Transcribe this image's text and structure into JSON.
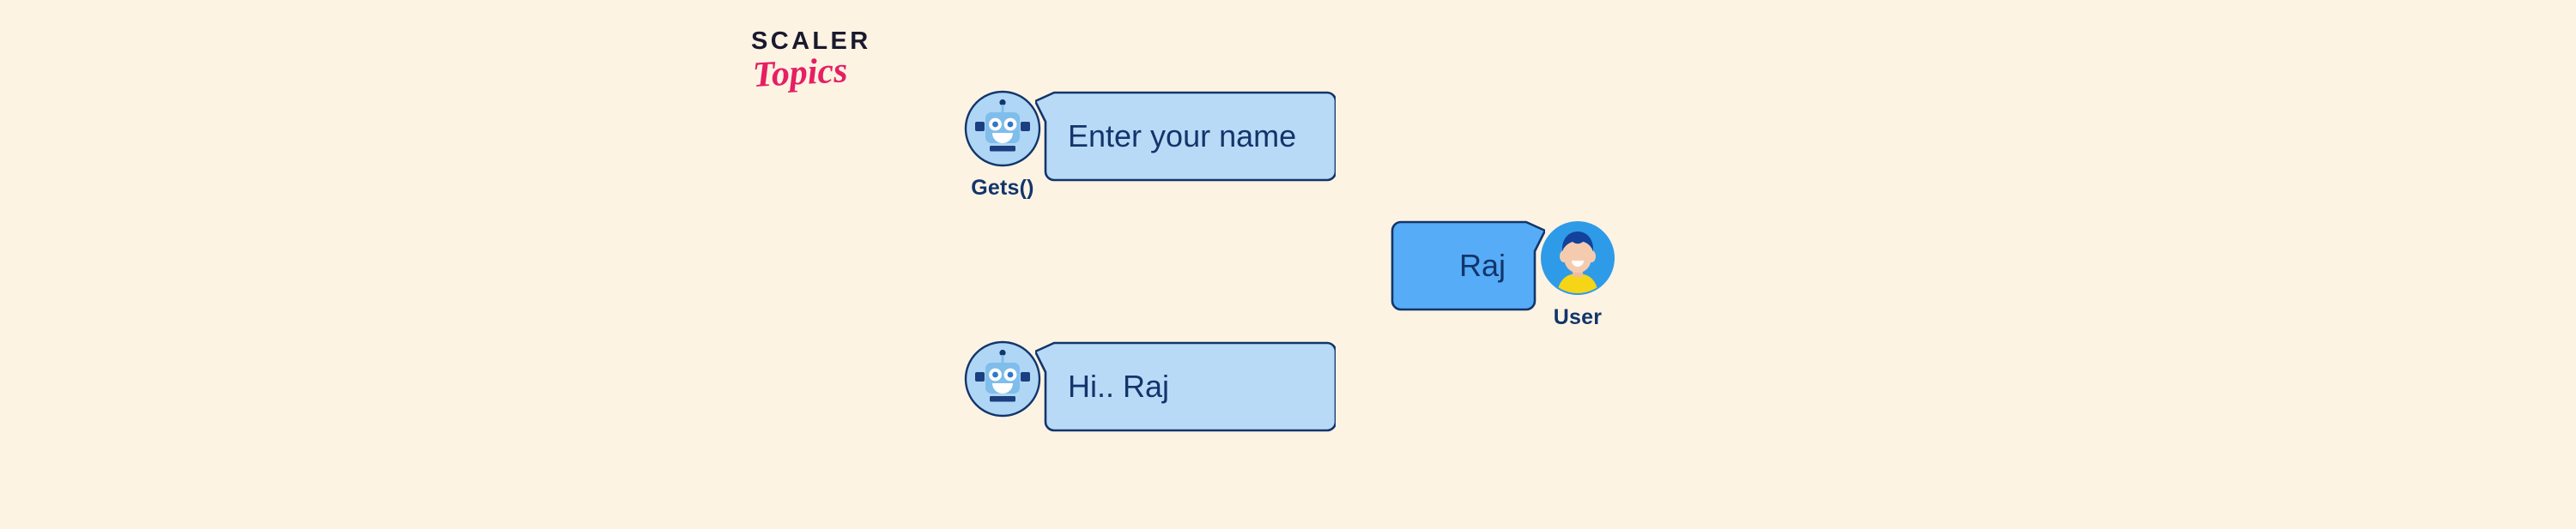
{
  "background_color": "#FDF3E3",
  "logo": {
    "primary_text": "SCALER",
    "secondary_text": "Topics",
    "primary_color": "#1A1A2E",
    "secondary_color": "#E61E63"
  },
  "palette": {
    "bot_bubble_fill": "#B9DAF7",
    "user_bubble_fill": "#56ACF7",
    "bubble_stroke": "#12356B",
    "text_navy": "#12356B",
    "bot_avatar_circle": "#AFD6F5",
    "bot_avatar_panel": "#7FBDEB",
    "user_avatar_circle": "#2E9BE8",
    "user_hair": "#12429B",
    "user_skin": "#F5CBB0",
    "user_shirt": "#F6D416"
  },
  "conversation": [
    {
      "id": "bot-prompt",
      "side": "left",
      "speaker_icon": "robot-avatar",
      "speaker_label": "Gets()",
      "message": "Enter your name",
      "bubble_style": "bot"
    },
    {
      "id": "user-reply",
      "side": "right",
      "speaker_icon": "user-avatar",
      "speaker_label": "User",
      "message": "Raj",
      "bubble_style": "user"
    },
    {
      "id": "bot-greeting",
      "side": "left",
      "speaker_icon": "robot-avatar",
      "speaker_label": "",
      "message": "Hi.. Raj",
      "bubble_style": "bot"
    }
  ]
}
